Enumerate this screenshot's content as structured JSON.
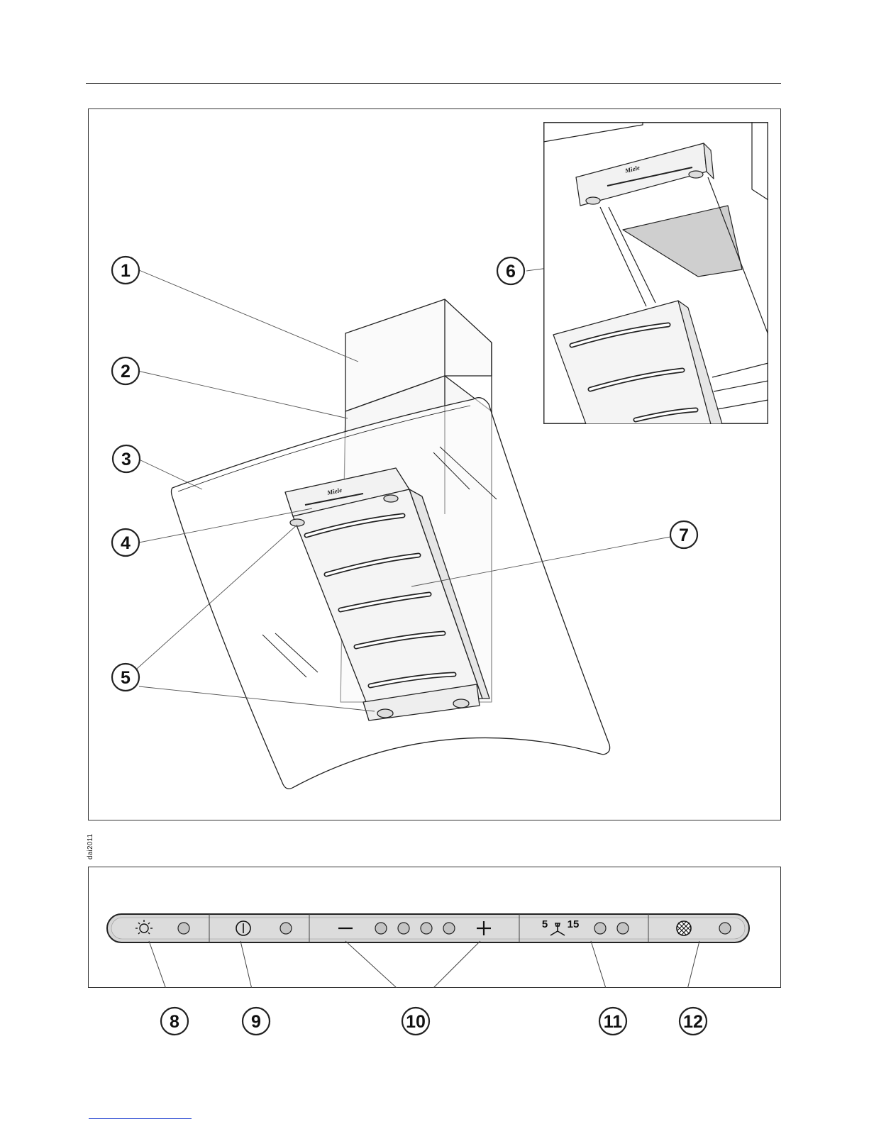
{
  "figure": {
    "code": "dai2011",
    "brand": "Miele",
    "callouts": [
      "1",
      "2",
      "3",
      "4",
      "5",
      "6",
      "7"
    ]
  },
  "control_panel": {
    "buttons": [
      {
        "icon": "light-icon"
      },
      {
        "icon": "power-icon"
      },
      {
        "icon": "minus-icon"
      },
      {
        "icon": "plus-icon"
      },
      {
        "icon": "fan-timer-icon",
        "label_left": "5",
        "label_right": "15"
      },
      {
        "icon": "filter-icon"
      }
    ],
    "callouts": [
      "8",
      "9",
      "10",
      "11",
      "12"
    ]
  },
  "colors": {
    "line": "#222222",
    "panel": "#d9d9d9",
    "link": "#1f3fd0"
  }
}
